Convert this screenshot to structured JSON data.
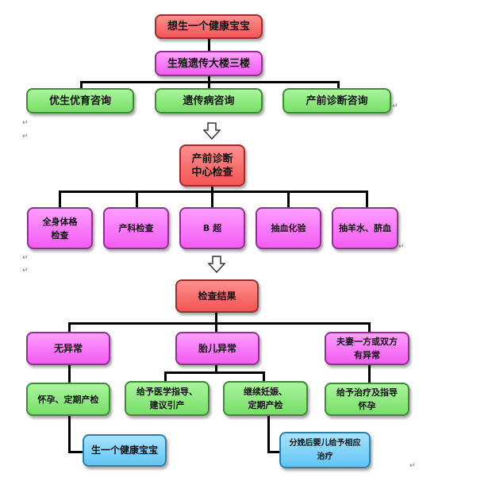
{
  "diagram": {
    "top_title": "想生一个健康宝宝",
    "location": "生殖遗传大楼三楼",
    "services": [
      "优生优育咨询",
      "遗传病咨询",
      "产前诊断咨询"
    ],
    "prenatal_center": "产前诊断\n中心检查",
    "exams": [
      "全身体格\n检查",
      "产科检查",
      "B 超",
      "抽血化验",
      "抽羊水、脐血"
    ],
    "results_title": "检查结果",
    "results": [
      "无异常",
      "胎儿异常",
      "夫妻一方或双方\n有异常"
    ],
    "outcome_normal": "怀孕、定期产检",
    "outcome_fetal_1": "给予医学指导、\n建议引产",
    "outcome_fetal_2": "继续妊娠、\n定期产检",
    "outcome_parents": "给予治疗及指导\n怀孕",
    "final_healthy": "生一个健康宝宝",
    "final_treatment": "分娩后婴儿给予相应\n治疗",
    "colors": {
      "red": "#f25555",
      "pink": "#f25cf2",
      "green": "#78df68",
      "blue": "#62c4f4"
    },
    "icons": [
      "down-arrow-icon",
      "down-arrow-icon"
    ]
  }
}
